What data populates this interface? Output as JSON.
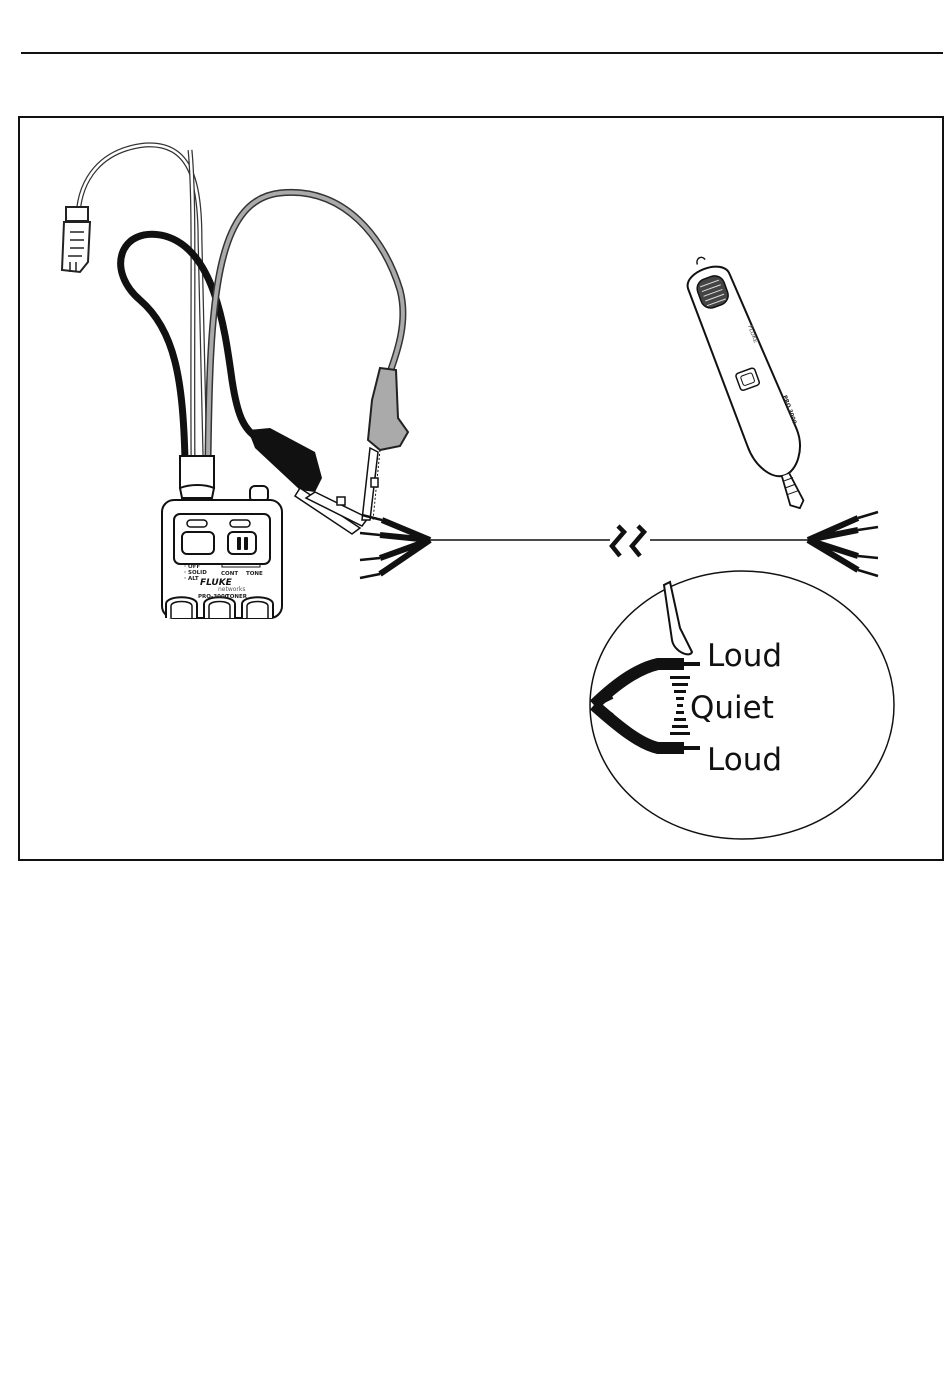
{
  "tone_generator": {
    "switch_positions": [
      "OFF",
      "SOLID",
      "ALT"
    ],
    "mode_labels": [
      "CONT",
      "TONE"
    ],
    "brand": "FLUKE",
    "brand_sub": "networks",
    "model": "PRO-3000",
    "model_sub": "TONER"
  },
  "probe": {
    "brand": "FLUKE",
    "label": "PRO 3000"
  },
  "detail_callout": {
    "labels": [
      "Loud",
      "Quiet",
      "Loud"
    ]
  }
}
